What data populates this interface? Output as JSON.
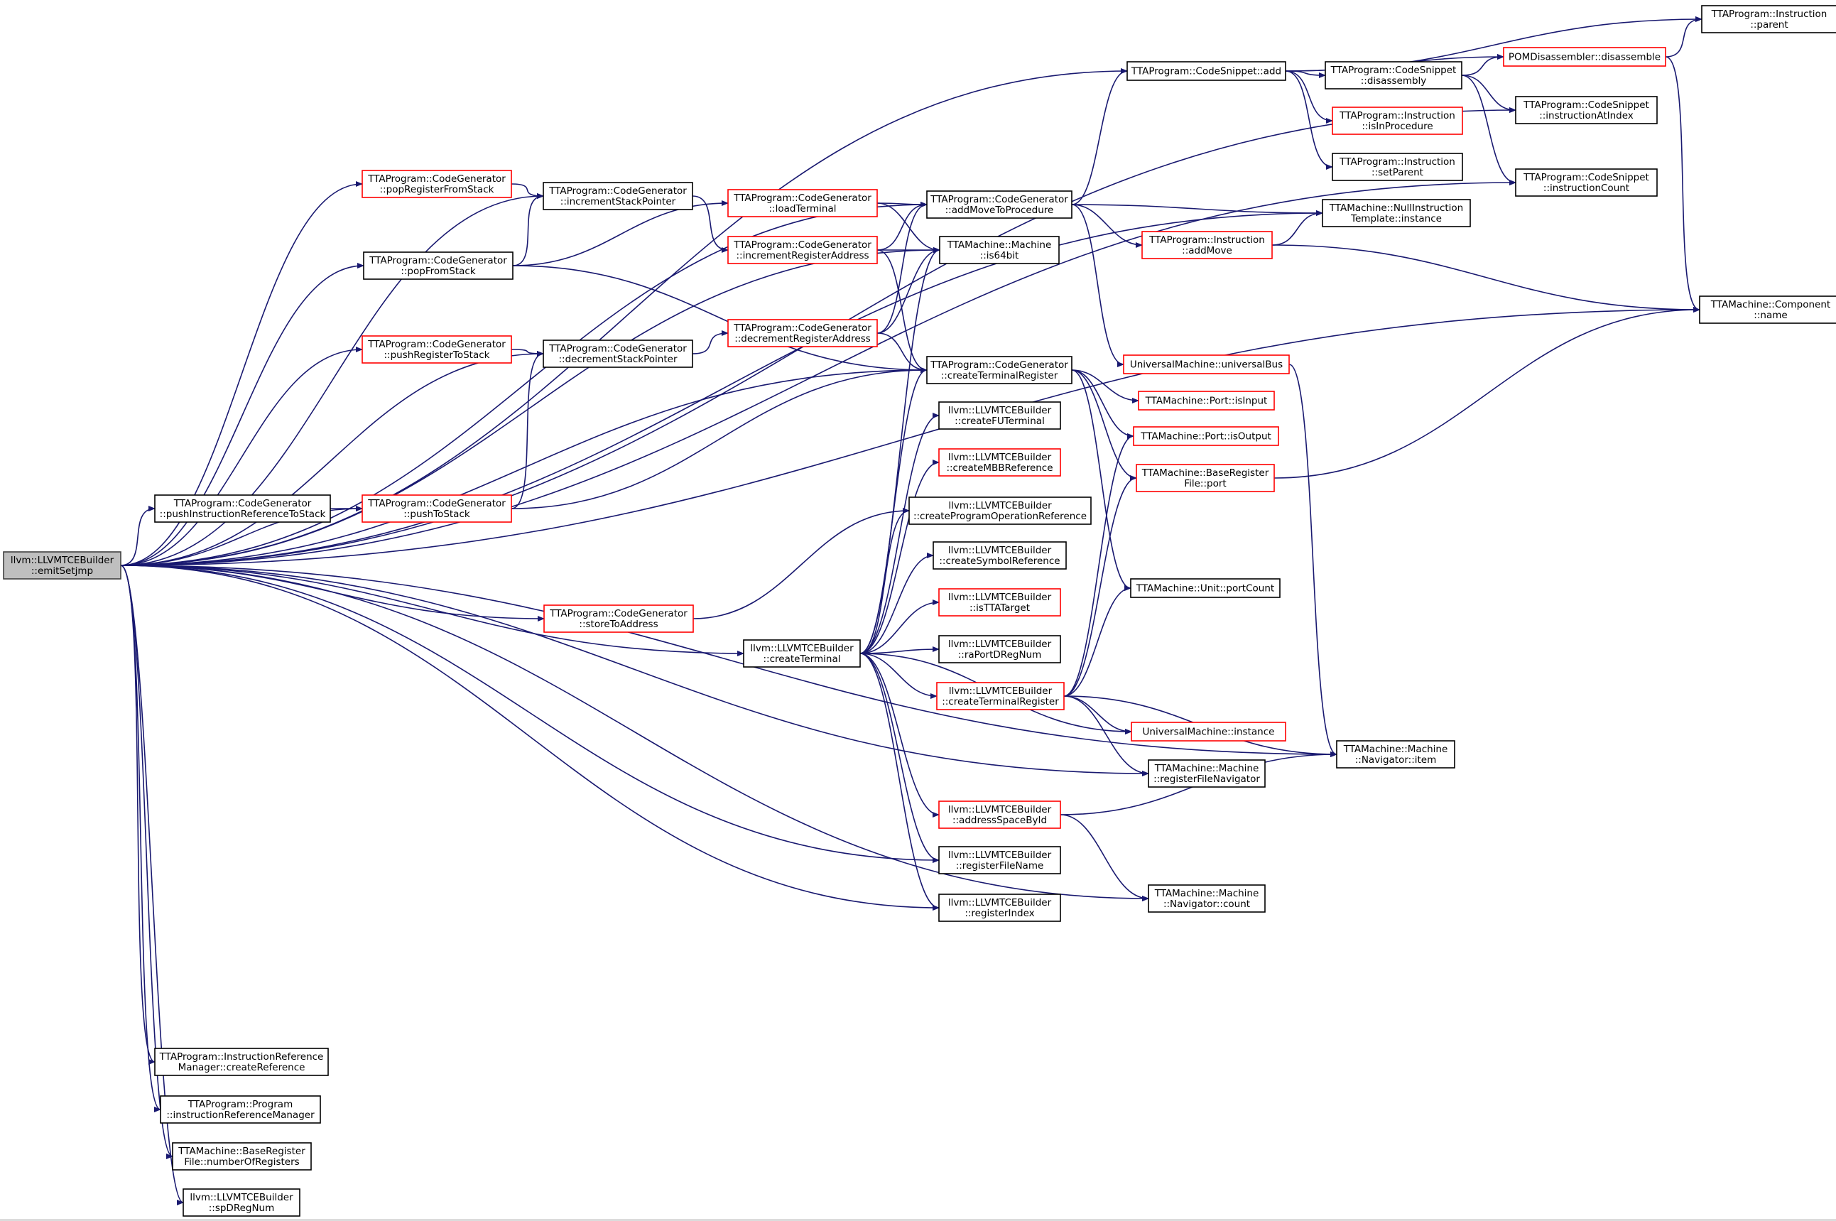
{
  "graph": {
    "colors": {
      "edge": "#191970",
      "node_border": "#000000",
      "truncated_node_border": "#ff0000",
      "root_fill": "#bfbfbf",
      "background": "#ffffff"
    },
    "nodes": [
      {
        "id": "root",
        "lines": [
          "llvm::LLVMTCEBuilder",
          "::emitSetjmp"
        ],
        "style": "root"
      },
      {
        "id": "cs_add",
        "lines": [
          "TTAProgram::CodeSnippet::add"
        ],
        "style": "normal"
      },
      {
        "id": "instr_parent",
        "lines": [
          "TTAProgram::Instruction",
          "::parent"
        ],
        "style": "normal"
      },
      {
        "id": "pom_disassemble",
        "lines": [
          "POMDisassembler::disassemble"
        ],
        "style": "truncated"
      },
      {
        "id": "cs_disassembly",
        "lines": [
          "TTAProgram::CodeSnippet",
          "::disassembly"
        ],
        "style": "normal"
      },
      {
        "id": "instr_isinproc",
        "lines": [
          "TTAProgram::Instruction",
          "::isInProcedure"
        ],
        "style": "truncated"
      },
      {
        "id": "instr_setparent",
        "lines": [
          "TTAProgram::Instruction",
          "::setParent"
        ],
        "style": "normal"
      },
      {
        "id": "cs_instr_at_index",
        "lines": [
          "TTAProgram::CodeSnippet",
          "::instructionAtIndex"
        ],
        "style": "normal"
      },
      {
        "id": "cs_instr_count",
        "lines": [
          "TTAProgram::CodeSnippet",
          "::instructionCount"
        ],
        "style": "normal"
      },
      {
        "id": "null_instr_template",
        "lines": [
          "TTAMachine::NullInstruction",
          "Template::instance"
        ],
        "style": "normal"
      },
      {
        "id": "component_name",
        "lines": [
          "TTAMachine::Component",
          "::name"
        ],
        "style": "normal"
      },
      {
        "id": "pop_reg_from_stack",
        "lines": [
          "TTAProgram::CodeGenerator",
          "::popRegisterFromStack"
        ],
        "style": "truncated"
      },
      {
        "id": "inc_stack_ptr",
        "lines": [
          "TTAProgram::CodeGenerator",
          "::incrementStackPointer"
        ],
        "style": "normal"
      },
      {
        "id": "load_terminal",
        "lines": [
          "TTAProgram::CodeGenerator",
          "::loadTerminal"
        ],
        "style": "truncated"
      },
      {
        "id": "add_move_to_proc",
        "lines": [
          "TTAProgram::CodeGenerator",
          "::addMoveToProcedure"
        ],
        "style": "normal"
      },
      {
        "id": "inc_reg_addr",
        "lines": [
          "TTAProgram::CodeGenerator",
          "::incrementRegisterAddress"
        ],
        "style": "truncated"
      },
      {
        "id": "machine_is64bit",
        "lines": [
          "TTAMachine::Machine",
          "::is64bit"
        ],
        "style": "normal"
      },
      {
        "id": "instr_addmove",
        "lines": [
          "TTAProgram::Instruction",
          "::addMove"
        ],
        "style": "truncated"
      },
      {
        "id": "pop_from_stack",
        "lines": [
          "TTAProgram::CodeGenerator",
          "::popFromStack"
        ],
        "style": "normal"
      },
      {
        "id": "push_reg_to_stack",
        "lines": [
          "TTAProgram::CodeGenerator",
          "::pushRegisterToStack"
        ],
        "style": "truncated"
      },
      {
        "id": "dec_stack_ptr",
        "lines": [
          "TTAProgram::CodeGenerator",
          "::decrementStackPointer"
        ],
        "style": "normal"
      },
      {
        "id": "dec_reg_addr",
        "lines": [
          "TTAProgram::CodeGenerator",
          "::decrementRegisterAddress"
        ],
        "style": "truncated"
      },
      {
        "id": "universal_bus",
        "lines": [
          "UniversalMachine::universalBus"
        ],
        "style": "truncated"
      },
      {
        "id": "create_terminal_register_cg",
        "lines": [
          "TTAProgram::CodeGenerator",
          "::createTerminalRegister"
        ],
        "style": "normal"
      },
      {
        "id": "port_isinput",
        "lines": [
          "TTAMachine::Port::isInput"
        ],
        "style": "truncated"
      },
      {
        "id": "create_fu_terminal",
        "lines": [
          "llvm::LLVMTCEBuilder",
          "::createFUTerminal"
        ],
        "style": "normal"
      },
      {
        "id": "port_isoutput",
        "lines": [
          "TTAMachine::Port::isOutput"
        ],
        "style": "truncated"
      },
      {
        "id": "create_mbb_ref",
        "lines": [
          "llvm::LLVMTCEBuilder",
          "::createMBBReference"
        ],
        "style": "truncated"
      },
      {
        "id": "brf_port",
        "lines": [
          "TTAMachine::BaseRegister",
          "File::port"
        ],
        "style": "truncated"
      },
      {
        "id": "push_instr_ref_to_stack",
        "lines": [
          "TTAProgram::CodeGenerator",
          "::pushInstructionReferenceToStack"
        ],
        "style": "normal"
      },
      {
        "id": "push_to_stack",
        "lines": [
          "TTAProgram::CodeGenerator",
          "::pushToStack"
        ],
        "style": "truncated"
      },
      {
        "id": "create_prog_op_ref",
        "lines": [
          "llvm::LLVMTCEBuilder",
          "::createProgramOperationReference"
        ],
        "style": "normal"
      },
      {
        "id": "create_symbol_ref",
        "lines": [
          "llvm::LLVMTCEBuilder",
          "::createSymbolReference"
        ],
        "style": "normal"
      },
      {
        "id": "unit_portcount",
        "lines": [
          "TTAMachine::Unit::portCount"
        ],
        "style": "normal"
      },
      {
        "id": "store_to_address",
        "lines": [
          "TTAProgram::CodeGenerator",
          "::storeToAddress"
        ],
        "style": "truncated"
      },
      {
        "id": "is_tta_target",
        "lines": [
          "llvm::LLVMTCEBuilder",
          "::isTTATarget"
        ],
        "style": "truncated"
      },
      {
        "id": "create_terminal",
        "lines": [
          "llvm::LLVMTCEBuilder",
          "::createTerminal"
        ],
        "style": "normal"
      },
      {
        "id": "ra_port_dreg_num",
        "lines": [
          "llvm::LLVMTCEBuilder",
          "::raPortDRegNum"
        ],
        "style": "normal"
      },
      {
        "id": "create_terminal_register_lb",
        "lines": [
          "llvm::LLVMTCEBuilder",
          "::createTerminalRegister"
        ],
        "style": "truncated"
      },
      {
        "id": "um_instance",
        "lines": [
          "UniversalMachine::instance"
        ],
        "style": "truncated"
      },
      {
        "id": "nav_item",
        "lines": [
          "TTAMachine::Machine",
          "::Navigator::item"
        ],
        "style": "normal"
      },
      {
        "id": "reg_file_nav",
        "lines": [
          "TTAMachine::Machine",
          "::registerFileNavigator"
        ],
        "style": "normal"
      },
      {
        "id": "address_space_by_id",
        "lines": [
          "llvm::LLVMTCEBuilder",
          "::addressSpaceById"
        ],
        "style": "truncated"
      },
      {
        "id": "register_file_name",
        "lines": [
          "llvm::LLVMTCEBuilder",
          "::registerFileName"
        ],
        "style": "normal"
      },
      {
        "id": "nav_count",
        "lines": [
          "TTAMachine::Machine",
          "::Navigator::count"
        ],
        "style": "normal"
      },
      {
        "id": "register_index",
        "lines": [
          "llvm::LLVMTCEBuilder",
          "::registerIndex"
        ],
        "style": "normal"
      },
      {
        "id": "irm_create_ref",
        "lines": [
          "TTAProgram::InstructionReference",
          "Manager::createReference"
        ],
        "style": "normal"
      },
      {
        "id": "program_irm",
        "lines": [
          "TTAProgram::Program",
          "::instructionReferenceManager"
        ],
        "style": "normal"
      },
      {
        "id": "brf_num_regs",
        "lines": [
          "TTAMachine::BaseRegister",
          "File::numberOfRegisters"
        ],
        "style": "normal"
      },
      {
        "id": "sp_dreg_num",
        "lines": [
          "llvm::LLVMTCEBuilder",
          "::spDRegNum"
        ],
        "style": "normal"
      }
    ]
  }
}
